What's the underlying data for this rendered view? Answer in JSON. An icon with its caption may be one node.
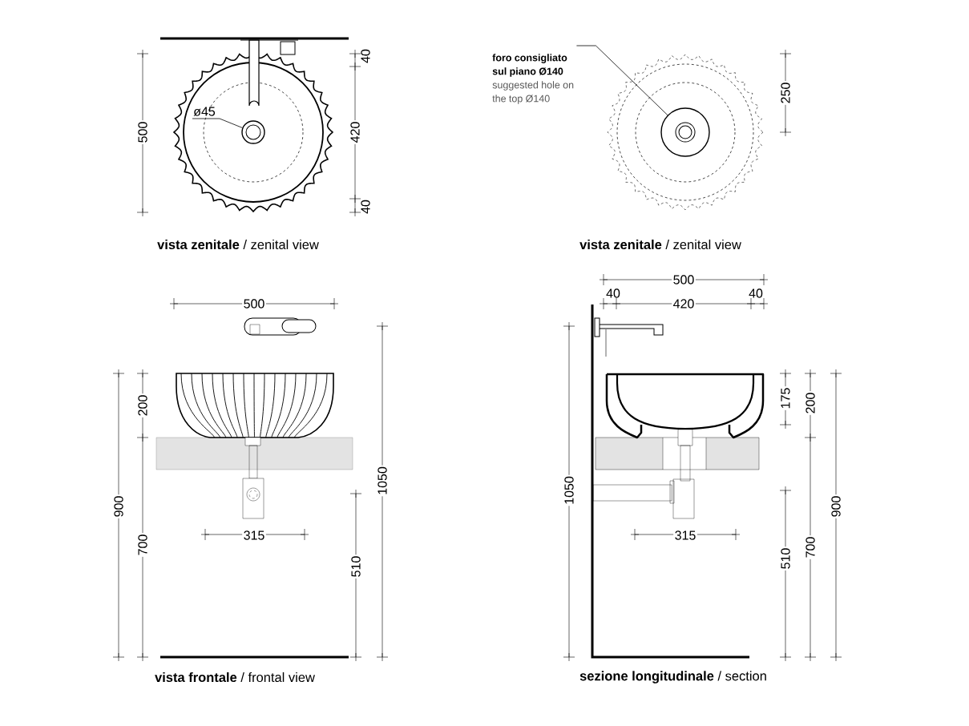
{
  "diagram": {
    "nodes": [
      {
        "text": [
          "ø45"
        ]
      },
      {
        "text": [],
        "shape": "circle"
      },
      {
        "text": [
          "foro consigliato sul piano Ø140",
          "suggested hole on the top Ø140"
        ]
      },
      {
        "text": [],
        "shape": "circle"
      }
    ],
    "edges": [
      {
        "from": 0,
        "to": 1,
        "arrow": "none"
      },
      {
        "from": 2,
        "to": 3,
        "arrow": "none"
      }
    ],
    "labels": [
      "500",
      "40",
      "420",
      "40",
      "250",
      "**vista zenitale** / zenital view",
      "**vista zenitale** / zenital view",
      "500",
      "200",
      "900",
      "700",
      "315",
      "510",
      "1050",
      "500",
      "40",
      "40",
      "420",
      "175",
      "200",
      "1050",
      "315",
      "510",
      "700",
      "900",
      "**vista frontale** / frontal view",
      "**sezione longitudinale** / section"
    ]
  }
}
